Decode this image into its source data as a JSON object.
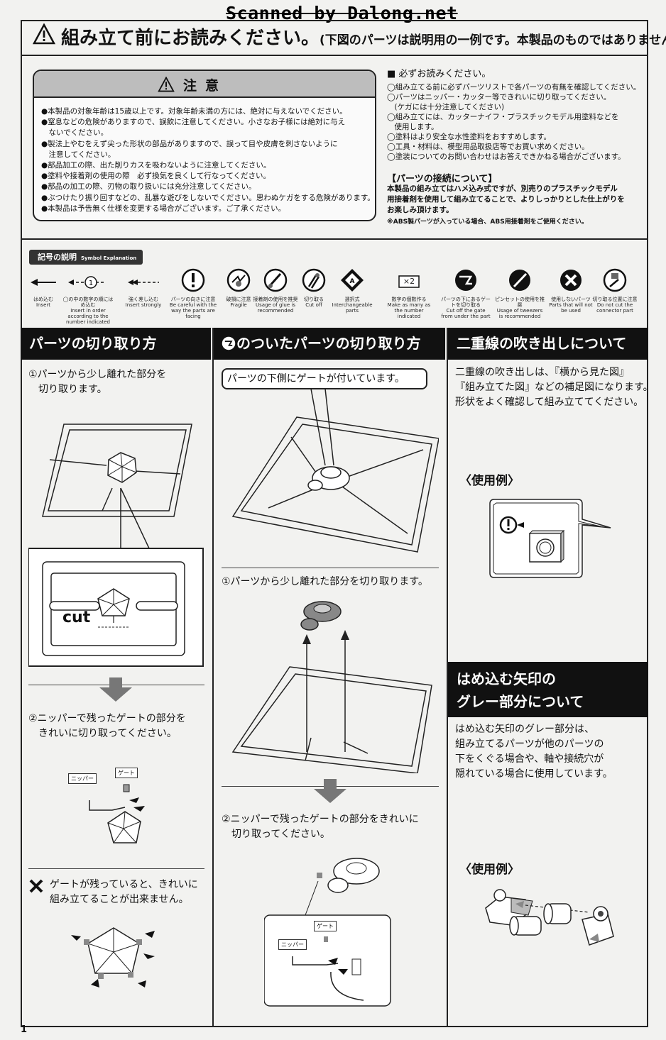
{
  "watermark": "Scanned by Dalong.net",
  "header": {
    "title": "組み立て前にお読みください。",
    "subtitle": "(下図のパーツは説明用の一例です。本製品のものではありません。)"
  },
  "caution": {
    "title": "注意",
    "items": [
      "●本製品の対象年齢は15歳以上です。対象年齢未満の方には、絶対に与えないでください。",
      "●窒息などの危険がありますので、誤飲に注意してください。小さなお子様には絶対に与え",
      "　ないでください。",
      "●製法上やむをえず尖った形状の部品がありますので、誤って目や皮膚を刺さないように",
      "　注意してください。",
      "●部品加工の際、出た削りカスを吸わないように注意してください。",
      "●塗料や接着剤の使用の際　必ず換気を良くして行なってください。",
      "●部品の加工の際、刃物の取り扱いには充分注意してください。",
      "●ぶつけたり振り回すなどの、乱暴な遊びをしないでください。思わぬケガをする危険があります。",
      "●本製品は予告無く仕様を変更する場合がございます。ご了承ください。"
    ]
  },
  "notes": {
    "title": "■ 必ずお読みください。",
    "items": [
      "◯組み立てる前に必ずパーツリストで各パーツの有無を確認してください。",
      "◯パーツはニッパー・カッター等できれいに切り取ってください。",
      "　(ケガには十分注意してください)",
      "◯組み立てには、カッターナイフ・プラスチックモデル用塗料などを",
      "　使用します。",
      "◯塗料はより安全な水性塗料をおすすめします。",
      "◯工具・材料は、模型用品取扱店等でお買い求めください。",
      "◯塗装についてのお問い合わせはお答えできかねる場合がございます。"
    ]
  },
  "joint": {
    "title": "【パーツの接続について】",
    "body": [
      "本製品の組み立てはハメ込み式ですが、別売りのプラスチックモデル",
      "用接着剤を使用して組み立てることで、よりしっかりとした仕上がりを",
      "お楽しみ頂けます。"
    ],
    "note": "※ABS製パーツが入っている場合、ABS用接着剤をご使用ください。"
  },
  "symbols": {
    "badge": "記号の説明",
    "badge_en": "Symbol Explanation",
    "items": [
      {
        "jp": "はめ込む",
        "en": "Insert"
      },
      {
        "jp": "◯の中の数字の順にはめ込む",
        "en": "Insert in order according to the number indicated"
      },
      {
        "jp": "強く差し込む",
        "en": "Insert strongly"
      },
      {
        "jp": "パーツの向きに注意",
        "en": "Be careful with the way the parts are facing"
      },
      {
        "jp": "破損に注意",
        "en": "Fragile"
      },
      {
        "jp": "接着剤の使用を推奨",
        "en": "Usage of glue is recommended"
      },
      {
        "jp": "切り取る",
        "en": "Cut off"
      },
      {
        "jp": "選択式",
        "en": "Interchangeable parts"
      },
      {
        "jp": "数字の個数作る",
        "en": "Make as many as the number indicated"
      },
      {
        "jp": "パーツの下にあるゲートを切り取る",
        "en": "Cut off the gate from under the part"
      },
      {
        "jp": "ピンセットの使用を推奨",
        "en": "Usage of tweezers is recommended"
      },
      {
        "jp": "使用しないパーツ",
        "en": "Parts that will not be used"
      },
      {
        "jp": "切り取る位置に注意",
        "en": "Do not cut the connector part"
      }
    ],
    "x2": "×2"
  },
  "col1": {
    "heading": "パーツの切り取り方",
    "step1": [
      "①パーツから少し離れた部分を",
      "　切り取ります。"
    ],
    "cut": "cut",
    "step2": [
      "②ニッパーで残ったゲートの部分を",
      "　きれいに切り取ってください。"
    ],
    "nipper": "ニッパー",
    "gate": "ゲート",
    "warning": [
      "ゲートが残っていると、きれいに",
      "組み立てることが出来ません。"
    ]
  },
  "col2": {
    "heading": "のついたパーツの切り取り方",
    "callout": "パーツの下側にゲートが付いています。",
    "step1": "①パーツから少し離れた部分を切り取ります。",
    "step2": [
      "②ニッパーで残ったゲートの部分をきれいに",
      "　切り取ってください。"
    ],
    "gate": "ゲート",
    "nipper": "ニッパー"
  },
  "col3": {
    "heading": "二重線の吹き出しについて",
    "body": [
      "二重線の吹き出しは、『横から見た図』",
      "『組み立てた図』などの補足図になります。",
      "形状をよく確認して組み立ててください。"
    ],
    "example1": "〈使用例〉",
    "heading2": [
      "はめ込む矢印の",
      "グレー部分について"
    ],
    "body2": [
      "はめ込む矢印のグレー部分は、",
      "組み立てるパーツが他のパーツの",
      "下をくぐる場合や、軸や接続穴が",
      "隠れている場合に使用しています。"
    ],
    "example2": "〈使用例〉"
  },
  "page_number": "1"
}
